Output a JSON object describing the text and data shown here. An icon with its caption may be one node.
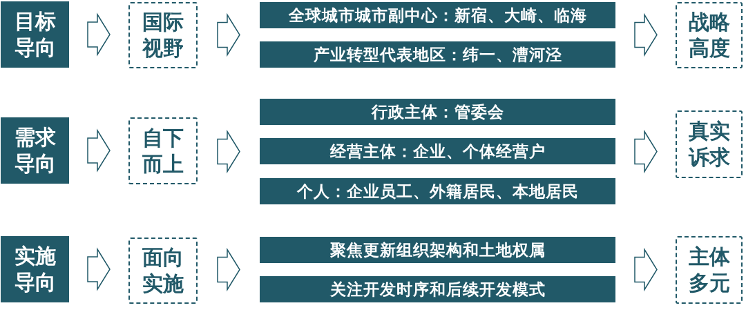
{
  "diagram": {
    "nodes": [
      {
        "text": [
          "目标导向"
        ]
      },
      {
        "text": [
          "国际视野"
        ]
      },
      {
        "text": [
          "全球城市城市副中心：新宿、大崎、临海"
        ]
      },
      {
        "text": [
          "产业转型代表地区：纬一、漕河泾"
        ]
      },
      {
        "text": [
          "战略高度"
        ]
      },
      {
        "text": [
          "需求导向"
        ]
      },
      {
        "text": [
          "自下而上"
        ]
      },
      {
        "text": [
          "行政主体：管委会"
        ]
      },
      {
        "text": [
          "经营主体：企业、个体经营户"
        ]
      },
      {
        "text": [
          "个人：企业员工、外籍居民、本地居民"
        ]
      },
      {
        "text": [
          "真实诉求"
        ]
      },
      {
        "text": [
          "实施导向"
        ]
      },
      {
        "text": [
          "面向实施"
        ]
      },
      {
        "text": [
          "聚焦更新组织架构和土地权属"
        ]
      },
      {
        "text": [
          "关注开发时序和后续开发模式"
        ]
      },
      {
        "text": [
          "主体多元"
        ]
      }
    ],
    "edges": [
      {
        "from": 0,
        "to": 1,
        "arrow": "to"
      },
      {
        "from": 1,
        "to": 2,
        "arrow": "to"
      },
      {
        "from": 1,
        "to": 3,
        "arrow": "to"
      },
      {
        "from": 2,
        "to": 4,
        "arrow": "to"
      },
      {
        "from": 3,
        "to": 4,
        "arrow": "to"
      },
      {
        "from": 5,
        "to": 6,
        "arrow": "to"
      },
      {
        "from": 6,
        "to": 7,
        "arrow": "to"
      },
      {
        "from": 6,
        "to": 8,
        "arrow": "to"
      },
      {
        "from": 6,
        "to": 9,
        "arrow": "to"
      },
      {
        "from": 7,
        "to": 10,
        "arrow": "to"
      },
      {
        "from": 8,
        "to": 10,
        "arrow": "to"
      },
      {
        "from": 9,
        "to": 10,
        "arrow": "to"
      },
      {
        "from": 11,
        "to": 12,
        "arrow": "to"
      },
      {
        "from": 12,
        "to": 13,
        "arrow": "to"
      },
      {
        "from": 12,
        "to": 14,
        "arrow": "to"
      },
      {
        "from": 13,
        "to": 15,
        "arrow": "to"
      },
      {
        "from": 14,
        "to": 15,
        "arrow": "to"
      }
    ]
  }
}
